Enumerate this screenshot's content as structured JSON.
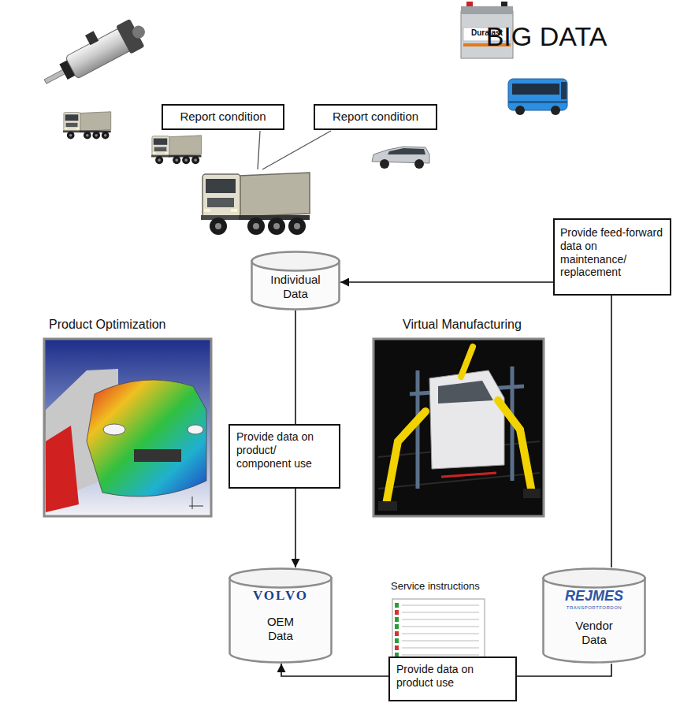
{
  "diagram": {
    "nodes": [
      {
        "text": [
          "BIG DATA"
        ]
      },
      {
        "text": [
          "Report condition"
        ],
        "in": 0
      },
      {
        "text": [
          "Report condition"
        ],
        "in": 0
      },
      {
        "text": [
          "Provide feed-forward data on maintenance/ replacement"
        ]
      },
      {
        "text": [
          "Individual Data"
        ]
      },
      {
        "text": [
          "Provide data on product/ component use"
        ]
      },
      {
        "text": [
          "VOLVO",
          "OEM Data"
        ]
      },
      {
        "text": [
          "REJMES",
          "TRANSPORTFORDON",
          "Vendor Data"
        ]
      },
      {
        "text": [
          "Provide data on product use"
        ]
      }
    ],
    "edges": [
      {
        "from": 7,
        "to": 3,
        "arrow": "none"
      },
      {
        "from": 3,
        "to": 4,
        "arrow": "to"
      },
      {
        "from": 4,
        "to": 5,
        "arrow": "none"
      },
      {
        "from": 5,
        "to": 6,
        "arrow": "to"
      },
      {
        "from": 7,
        "to": 8,
        "arrow": "none"
      },
      {
        "from": 8,
        "to": 6,
        "arrow": "to"
      }
    ],
    "labels": [
      "Product Optimization",
      "Virtual Manufacturing",
      "Service instructions",
      "Duralast"
    ]
  }
}
